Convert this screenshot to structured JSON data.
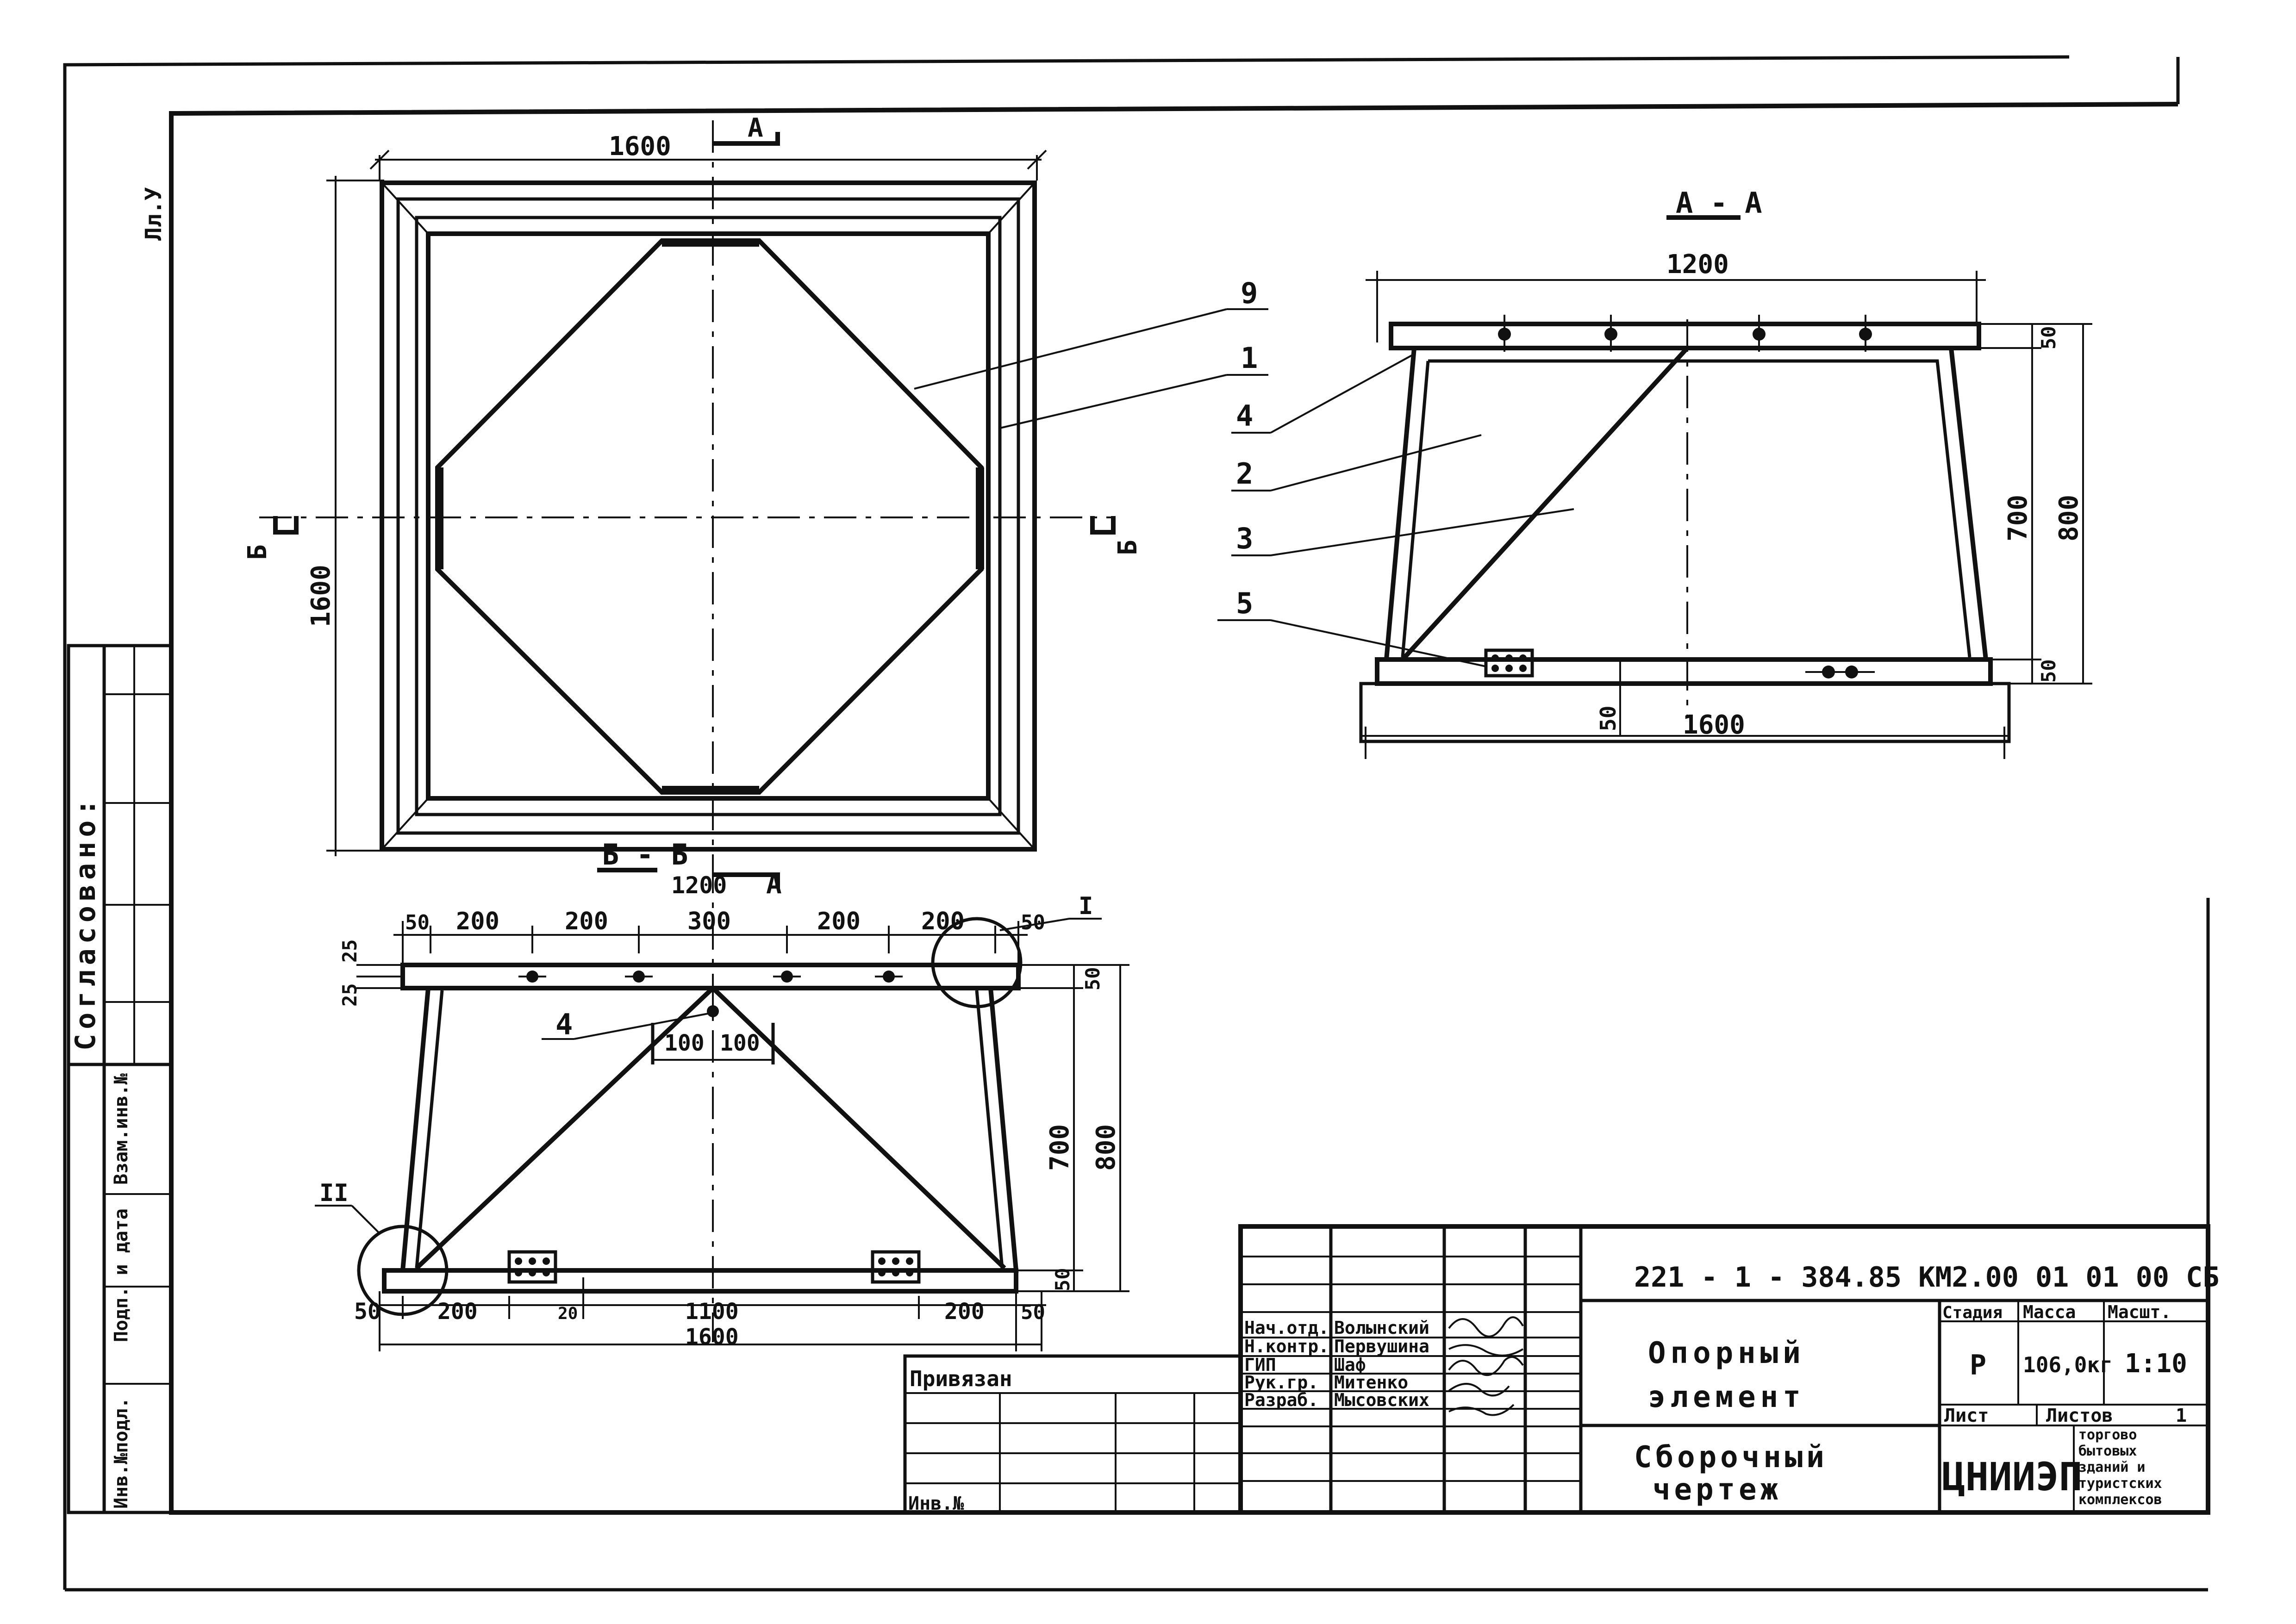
{
  "sheet_mark": "Лл.У",
  "agreed_label": "Согласовано:",
  "left_stamp_labels": [
    "Инв.№подл.",
    "Подп. и дата",
    "Взам.инв.№"
  ],
  "plan": {
    "dim_width": "1600",
    "dim_height": "1600",
    "section_mark_top": "А",
    "section_mark_bottom": "А",
    "section_mark_left": "Б",
    "section_mark_right": "Б",
    "callout_9": "9",
    "callout_1": "1"
  },
  "section_aa": {
    "title": "А - А",
    "dim_top": "1200",
    "dim_bottom": "1600",
    "dim_50_bottom_left": "50",
    "dim_height_700": "700",
    "dim_height_800": "800",
    "dim_top_50": "50",
    "dim_bottom_50": "50",
    "callouts": [
      "4",
      "2",
      "3",
      "5"
    ]
  },
  "section_bb": {
    "title": "Б - Б",
    "top_dims": [
      "50",
      "200",
      "200",
      "300",
      "200",
      "200",
      "50"
    ],
    "top_dim_1200": "1200",
    "left_dims": [
      "25",
      "25"
    ],
    "dim_right_50": "50",
    "dim_700": "700",
    "dim_800": "800",
    "dim_bottom_right_50": "50",
    "center_dims": [
      "100",
      "100"
    ],
    "callout_4": "4",
    "node_I": "I",
    "node_II": "II",
    "bottom_dims": [
      "50",
      "200",
      "20",
      "1100",
      "200",
      "50"
    ],
    "bottom_total": "1600"
  },
  "title_block": {
    "code": "221 - 1 - 384.85 КМ2.00 01 01 00 СБ",
    "roles": [
      "Нач.отд.",
      "Н.контр.",
      "ГИП",
      "Рук.гр.",
      "Разраб."
    ],
    "names": [
      "Волынский",
      "Первушина",
      "Шаф",
      "Митенко",
      "Мысовских"
    ],
    "signatures": [
      "Подп.",
      "Подп.",
      "Подп.",
      "Подп.",
      "Подп."
    ],
    "product_name_1": "Опорный",
    "product_name_2": "элемент",
    "doc_title_1": "Сборочный",
    "doc_title_2": "чертеж",
    "stage_header": "Стадия",
    "mass_header": "Масса",
    "scale_header": "Масшт.",
    "stage": "Р",
    "mass": "106,0кг",
    "scale": "1:10",
    "sheet_label": "Лист",
    "sheets_label": "Листов",
    "sheets_value": "1",
    "org": "ЦНИИЭП",
    "org_desc": [
      "торгово",
      "бытовых",
      "зданий и",
      "туристских",
      "комплексов"
    ],
    "bound_label": "Привязан",
    "inv_label": "Инв.№"
  }
}
